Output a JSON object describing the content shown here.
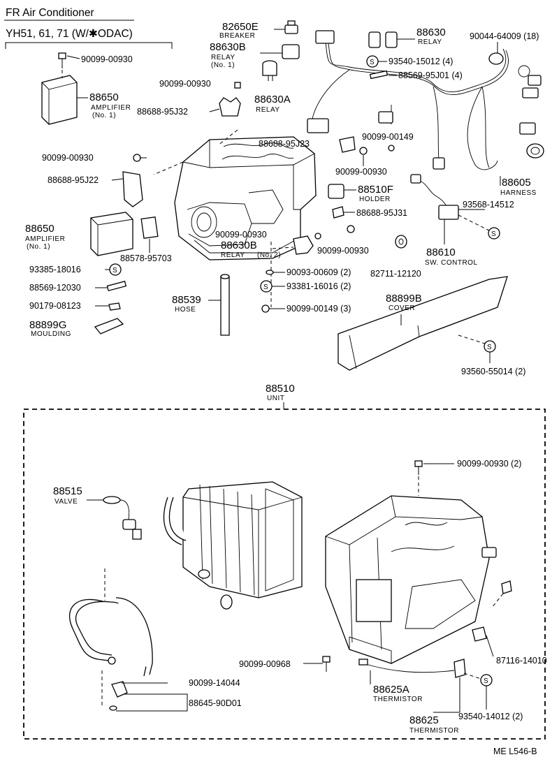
{
  "header": {
    "title": "FR Air Conditioner",
    "models": "YH51, 61, 71 (W/✱ODAC)"
  },
  "footer": {
    "code": "ME   L546-B"
  },
  "parts": {
    "p82650E": {
      "num": "82650E",
      "name": "BREAKER"
    },
    "p88630B_top": {
      "num": "88630B",
      "name": "RELAY",
      "sub": "(No. 1)"
    },
    "p88630_top": {
      "num": "88630",
      "name": "RELAY"
    },
    "p90044": {
      "num": "90044-64009 (18)"
    },
    "p93540_15012": {
      "num": "93540-15012 (4)"
    },
    "p88569_95J01": {
      "num": "88569-95J01 (4)"
    },
    "p90099_00930_a": {
      "num": "90099-00930"
    },
    "p88650_a": {
      "num": "88650",
      "name": "AMPLIFIER",
      "sub": "(No. 1)"
    },
    "p90099_00930_b": {
      "num": "90099-00930"
    },
    "p88630A": {
      "num": "88630A",
      "name": "RELAY"
    },
    "p88688_95J32": {
      "num": "88688-95J32"
    },
    "p88688_95J23": {
      "num": "88688-95J23"
    },
    "p90099_00149_a": {
      "num": "90099-00149"
    },
    "p90099_00930_c": {
      "num": "90099-00930"
    },
    "p90099_00930_d": {
      "num": "90099-00930"
    },
    "p88605": {
      "num": "88605",
      "name": "HARNESS"
    },
    "p88688_95J22": {
      "num": "88688-95J22"
    },
    "p88510F": {
      "num": "88510F",
      "name": "HOLDER"
    },
    "p93568_14512": {
      "num": "93568-14512"
    },
    "p88688_95J31": {
      "num": "88688-95J31"
    },
    "p88650_b": {
      "num": "88650",
      "name": "AMPLIFIER",
      "sub": "(No. 1)"
    },
    "p90099_00930_e": {
      "num": "90099-00930"
    },
    "p88630B_mid": {
      "num": "88630B",
      "name": "RELAY",
      "sub": "(No. 2)"
    },
    "p90099_00930_f": {
      "num": "90099-00930"
    },
    "p88610": {
      "num": "88610",
      "name": "SW. CONTROL"
    },
    "p88578_95703": {
      "num": "88578-95703"
    },
    "p82711_12120": {
      "num": "82711-12120"
    },
    "p93385_18016": {
      "num": "93385-18016"
    },
    "p90093_00609": {
      "num": "90093-00609 (2)"
    },
    "p93381_16016": {
      "num": "93381-16016 (2)"
    },
    "p88569_12030": {
      "num": "88569-12030"
    },
    "p88899B": {
      "num": "88899B",
      "name": "COVER"
    },
    "p88539": {
      "num": "88539",
      "name": "HOSE"
    },
    "p90179_08123": {
      "num": "90179-08123"
    },
    "p90099_00149_b": {
      "num": "90099-00149 (3)"
    },
    "p88899G": {
      "num": "88899G",
      "name": "MOULDING"
    },
    "p93560_55014": {
      "num": "93560-55014 (2)"
    },
    "p88510": {
      "num": "88510",
      "name": "UNIT"
    },
    "p90099_00930_g": {
      "num": "90099-00930 (2)"
    },
    "p88515": {
      "num": "88515",
      "name": "VALVE"
    },
    "p90099_00968": {
      "num": "90099-00968"
    },
    "p87116_14010": {
      "num": "87116-14010"
    },
    "p90099_14044": {
      "num": "90099-14044"
    },
    "p88625A": {
      "num": "88625A",
      "name": "THERMISTOR"
    },
    "p88645_90D01": {
      "num": "88645-90D01"
    },
    "p93540_14012": {
      "num": "93540-14012 (2)"
    },
    "p88625": {
      "num": "88625",
      "name": "THERMISTOR"
    }
  }
}
